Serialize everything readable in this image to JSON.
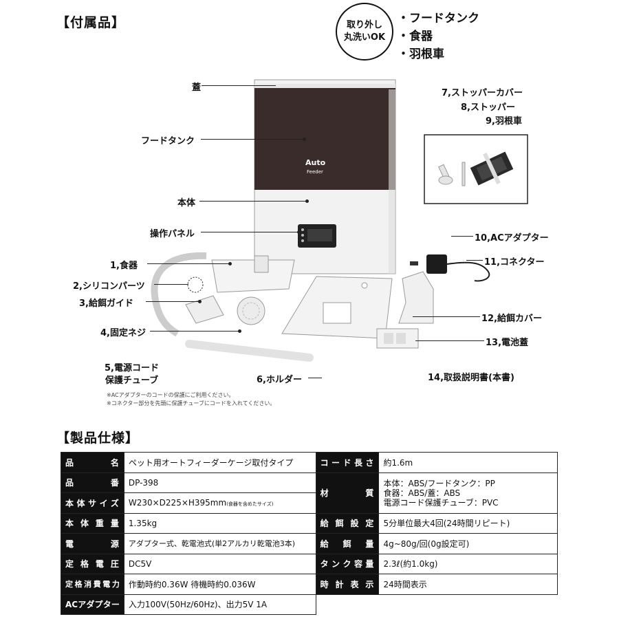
{
  "sections": {
    "accessories": "【付属品】",
    "specs": "【製品仕様】"
  },
  "badge": {
    "line1": "取り外し",
    "line2": "丸洗いOK"
  },
  "washable_parts": [
    "フードタンク",
    "食器",
    "羽根車"
  ],
  "product_logo": {
    "line1": "Auto",
    "line2": "Feeder"
  },
  "labels": {
    "lid": "蓋",
    "food_tank": "フードタンク",
    "body": "本体",
    "panel": "操作パネル",
    "p1": "1,食器",
    "p2": "2,シリコンパーツ",
    "p3": "3,給餌ガイド",
    "p4": "4,固定ネジ",
    "p5a": "5,電源コード",
    "p5b": "保護チューブ",
    "p6": "6,ホルダー",
    "p7": "7,ストッパーカバー",
    "p8": "8,ストッパー",
    "p9": "9,羽根車",
    "p10": "10,ACアダプター",
    "p11": "11,コネクター",
    "p12": "12,給餌カバー",
    "p13": "13,電池蓋",
    "p14": "14,取扱説明書(本書)"
  },
  "notes": [
    "※ACアダプターのコードの保護にご利用ください。",
    "※コネクター部分を先頭に保護チューブにコードを入れてください。"
  ],
  "specs": {
    "name_h": "品名",
    "name_v": "ペット用オートフィーダーケージ取付タイプ",
    "cord_h": "コード長さ",
    "cord_v": "約1.6m",
    "model_h": "品番",
    "model_v": "DP-398",
    "material_h": "材質",
    "material_v1": "本体：ABS/フードタンク：PP",
    "material_v2": "食器：ABS/蓋：ABS",
    "material_v3": "電源コード保護チューブ：PVC",
    "size_h": "本体サイズ",
    "size_v": "W230×D225×H395mm",
    "size_note": "(食器を含めたサイズ)",
    "weight_h": "本体重量",
    "weight_v": "1.35kg",
    "feedset_h": "給餌設定",
    "feedset_v": "5分単位最大4回(24時間リピート)",
    "power_h": "電源",
    "power_v": "アダプター式、乾電池式(単2アルカリ乾電池3本)",
    "feedamt_h": "給餌量",
    "feedamt_v": "4g~80g/回(0g設定可)",
    "voltage_h": "定格電圧",
    "voltage_v": "DC5V",
    "tank_h": "タンク容量",
    "tank_v": "2.3ℓ(約1.0kg)",
    "consume_h": "定格消費電力",
    "consume_v": "作動時約0.36W 待機時約0.036W",
    "clock_h": "時計表示",
    "clock_v": "24時間表示",
    "adapter_h": "ACアダプター",
    "adapter_v": "入力100V(50Hz/60Hz)、出力5V 1A"
  }
}
